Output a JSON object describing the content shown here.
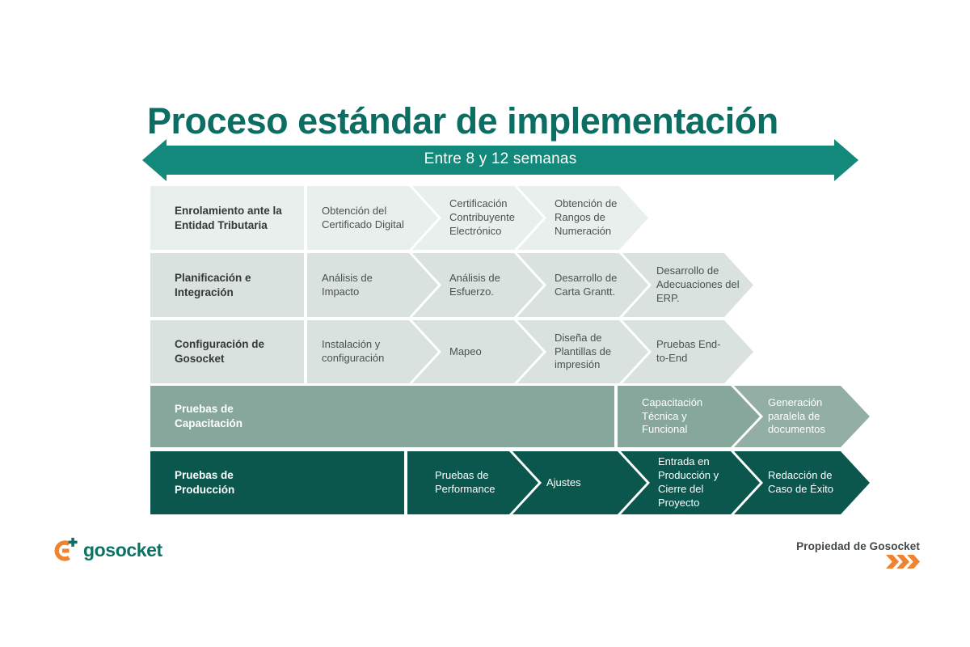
{
  "title": "Proceso estándar de implementación",
  "timeline": {
    "duration_label": "Entre 8 y 12 semanas"
  },
  "rows": [
    {
      "label": "Enrolamiento ante la Entidad Tributaria",
      "steps": [
        "Obtención del Certificado Digital",
        "Certificación Contribuyente Electrónico",
        "Obtención de Rangos de Numeración"
      ]
    },
    {
      "label": "Planificación e Integración",
      "steps": [
        "Análisis de Impacto",
        "Análisis de Esfuerzo.",
        "Desarrollo de Carta Grantt.",
        "Desarrollo de Adecuaciones del ERP."
      ]
    },
    {
      "label": "Configuración de Gosocket",
      "steps": [
        "Instalación y configuración",
        "Mapeo",
        "Diseña de Plantillas de impresión",
        "Pruebas End-to-End"
      ]
    },
    {
      "label": "Pruebas de Capacitación",
      "steps": [
        "Capacitación Técnica y Funcional",
        "Generación paralela de documentos"
      ]
    },
    {
      "label": "Pruebas de Producción",
      "steps": [
        "Pruebas de Performance",
        "Ajustes",
        "Entrada en Producción y Cierre del Proyecto",
        "Redacción de Caso de Éxito"
      ]
    }
  ],
  "footer": {
    "logo_text": "gosocket",
    "ownership_label": "Propiedad de Gosocket"
  },
  "icons": {
    "logo_mark": "gosocket-g-plus-icon",
    "ownership_mark": "triple-chevron-right-icon"
  },
  "colors": {
    "title_teal": "#0C6E62",
    "arrow_teal": "#12897A",
    "row1_bg": "#E9EFEC",
    "row2_3_bg": "#D9E2DE",
    "row4_bg": "#87A79C",
    "row4_last_chevron_bg": "#93AEA4",
    "row5_bg": "#0B574E",
    "accent_orange": "#F0832F",
    "text_dark": "#3A3F40",
    "text_on_dark": "#FFFFFF"
  }
}
